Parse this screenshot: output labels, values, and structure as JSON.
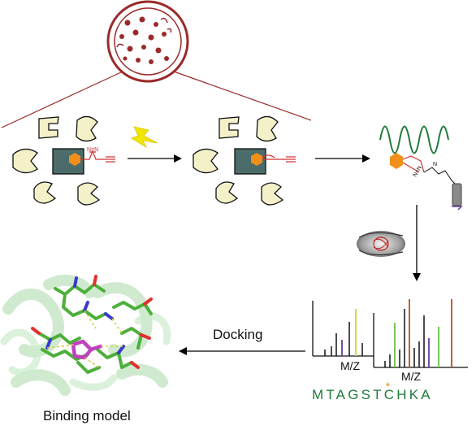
{
  "labels": {
    "docking": "Docking",
    "mz_front": "M/Z",
    "mz_back": "M/Z",
    "binding_model": "Binding model",
    "diazirine_n": "N=N",
    "diazo_n1": "N",
    "diazo_n2": "N=N"
  },
  "peptide": {
    "before": "MTAGST",
    "modified_residue": "C",
    "modified_marker": "*",
    "after": "HKA"
  },
  "colors": {
    "cell_outline": "#9b2a2a",
    "protein_fill": "#f4f1c9",
    "target_fill": "#4b6c6a",
    "probe_hexagon": "#f0901a",
    "linker_red": "#d03030",
    "lightning": "#f2e600",
    "sine_wave": "#1f7a3a",
    "peptide_text": "#1f7a3a"
  },
  "icons": [
    "cell-icon",
    "lightning-icon",
    "mass-spectrometer-icon",
    "bead-icon",
    "protein-ribbon-icon"
  ]
}
